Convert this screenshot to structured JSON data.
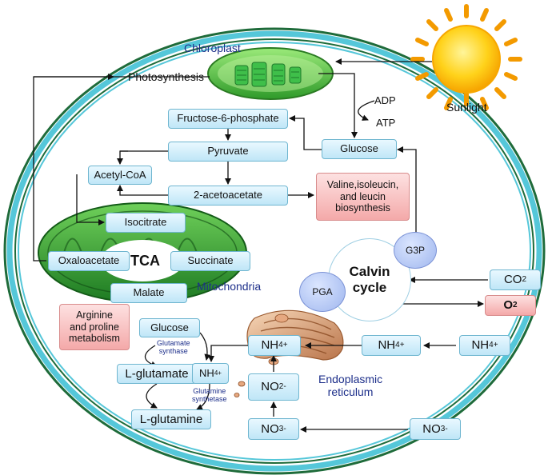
{
  "labels": {
    "chloroplast": "Chloroplast",
    "photosynthesis": "Photosynthesis",
    "sunlight": "Sunlight",
    "adp": "ADP",
    "atp": "ATP",
    "mitochondria": "Mitochondria",
    "tca": "TCA",
    "er_line1": "Endoplasmic",
    "er_line2": "reticulum",
    "glutamate_synthase_line1": "Glutamate",
    "glutamate_synthase_line2": "synthase",
    "glutamine_synthetase_line1": "Glutamine",
    "glutamine_synthetase_line2": "synthetase"
  },
  "nodes": {
    "fructose6p": "Fructose-6-phosphate",
    "pyruvate": "Pyruvate",
    "acetyl_coa": "Acetyl-CoA",
    "acetoacetate": "2-acetoacetate",
    "glucose_top": "Glucose",
    "bcaa_line1": "Valine,isoleucin,",
    "bcaa_line2": "and  leucin",
    "bcaa_line3": "biosynthesis",
    "isocitrate": "Isocitrate",
    "oxaloacetate": "Oxaloacetate",
    "succinate": "Succinate",
    "malate": "Malate",
    "g3p": "G3P",
    "pga": "PGA",
    "calvin_line1": "Calvin",
    "calvin_line2": "cycle",
    "co2": "CO",
    "co2_sub": "2",
    "o2": "O",
    "o2_sub": "2",
    "arginine_line1": "Arginine",
    "arginine_line2": "and proline",
    "arginine_line3": "metabolism",
    "glucose_bottom": "Glucose",
    "l_glutamate": "L-glutamate",
    "l_glutamine": "L-glutamine",
    "nh4": "NH",
    "nh4_sub": "4",
    "nh4_sup": "+",
    "no2": "NO",
    "no2_sub": "2",
    "no2_sup": "-",
    "no3": "NO",
    "no3_sub": "3",
    "no3_sup": "-"
  },
  "colors": {
    "ring_dark": "#1e6b3a",
    "ring_light": "#55c7d9",
    "box_blue": "#bfe6f7",
    "box_pink": "#f4a9a9",
    "label_blue": "#1d2f8a"
  }
}
